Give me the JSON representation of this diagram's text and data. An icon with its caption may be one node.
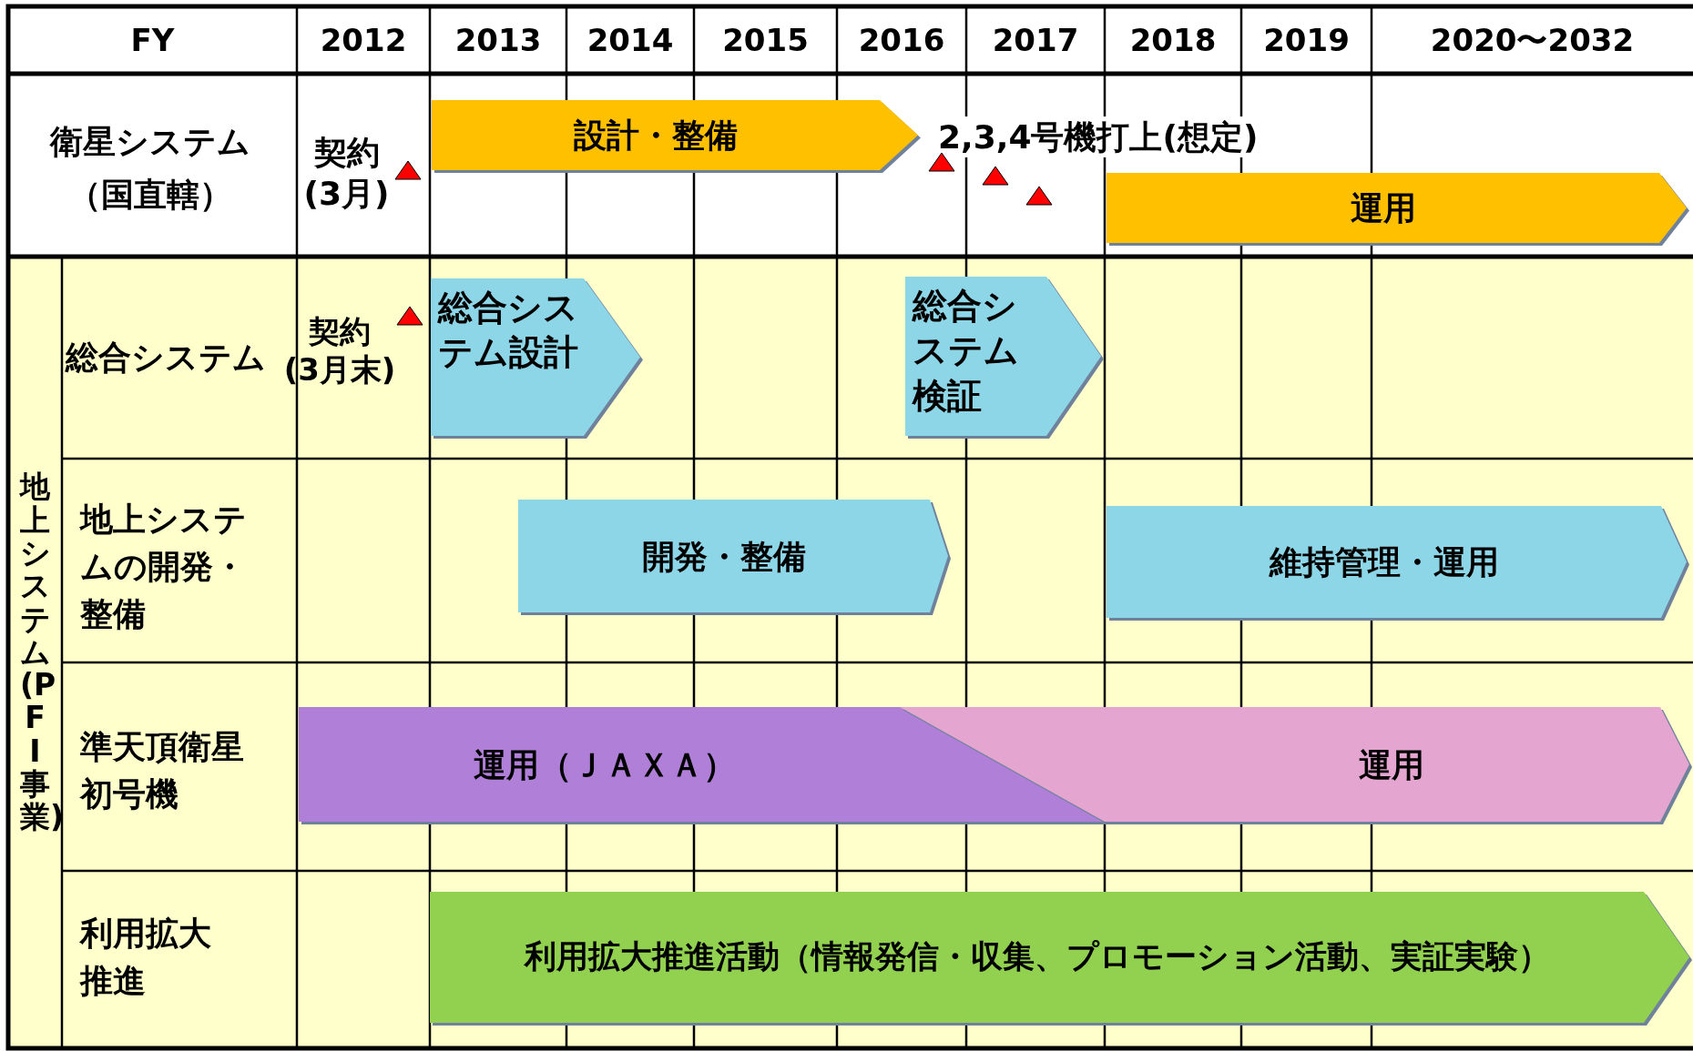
{
  "diagram": {
    "nodes": [
      {
        "text": [
          "設計・整備"
        ]
      },
      {
        "text": [
          "運用"
        ]
      },
      {
        "text": [
          "総合システム設計"
        ]
      },
      {
        "text": [
          "総合システム検証"
        ]
      },
      {
        "text": [
          "開発・整備"
        ]
      },
      {
        "text": [
          "維持管理・運用"
        ]
      },
      {
        "text": [
          "運用（ＪＡＸＡ）"
        ]
      },
      {
        "text": [
          "運用"
        ]
      },
      {
        "text": [
          "利用拡大推進活動（情報発信・収集、プロモーション活動、実証実験）"
        ]
      }
    ],
    "labels": [
      "FY",
      "2012",
      "2013",
      "2014",
      "2015",
      "2016",
      "2017",
      "2018",
      "2019",
      "2020〜2032",
      "衛星システム（国直轄）",
      "契約(3月)",
      "2,3,4号機打上(想定)",
      "地上システム(PFI事業)",
      "総合システム",
      "契約(3月末)",
      "地上システムの開発・整備",
      "準天頂衛星初号機",
      "利用拡大推進"
    ]
  }
}
